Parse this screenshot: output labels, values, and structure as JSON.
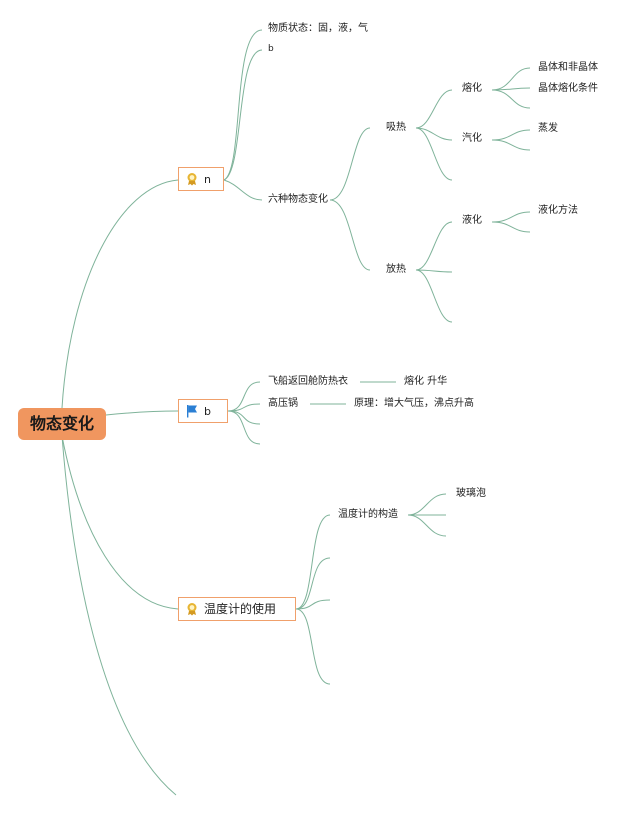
{
  "root": {
    "label": "物态变化"
  },
  "branch1": {
    "label": "n",
    "icon": "award-badge-icon",
    "items": {
      "state": "物质状态：固，液，气",
      "b": "b",
      "six": "六种物态变化",
      "absorb": "吸热",
      "release": "放热",
      "melt": "熔化",
      "crystal": "晶体和非晶体",
      "crystal_cond": "晶体熔化条件",
      "vaporize": "汽化",
      "evaporate": "蒸发",
      "liquefy": "液化",
      "liquefy_method": "液化方法"
    }
  },
  "branch2": {
    "label": "b",
    "icon": "blue-flag-icon",
    "items": {
      "suit": "飞船返回舱防热衣",
      "suit_note": "熔化 升华",
      "cooker": "高压锅",
      "cooker_note": "原理：增大气压，沸点升高"
    }
  },
  "branch3": {
    "label": "温度计的使用",
    "icon": "award-badge-icon",
    "items": {
      "structure": "温度计的构造",
      "bulb": "玻璃泡"
    }
  },
  "colors": {
    "line": "#7fb39a",
    "root_fill": "#f0965f",
    "box_border": "#f0a06b",
    "flag": "#2a7fd4",
    "badge": "#e7b533"
  }
}
